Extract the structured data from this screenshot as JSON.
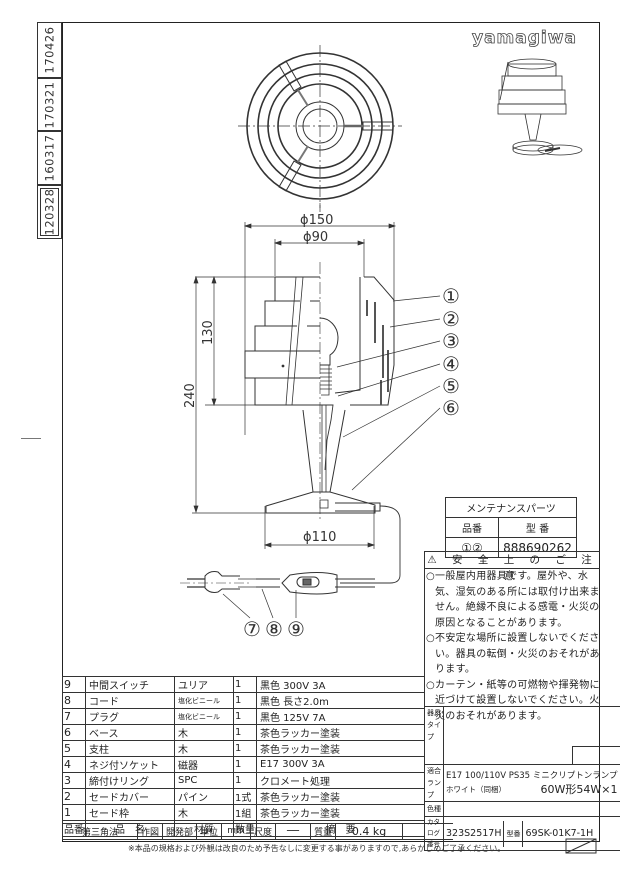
{
  "revisions": [
    "170426",
    "170321",
    "160317",
    "120328"
  ],
  "brand": "yamagiwa",
  "dimensions": {
    "shade_diameter": "ϕ150",
    "top_diameter": "ϕ90",
    "shade_height": "130",
    "total_height": "240",
    "base_diameter": "ϕ110"
  },
  "callouts": [
    "①",
    "②",
    "③",
    "④",
    "⑤",
    "⑥",
    "⑦",
    "⑧",
    "⑨"
  ],
  "maintenance": {
    "title": "メンテナンスパーツ",
    "col_part_no": "品番",
    "col_model": "型 番",
    "part_no": "①②",
    "model": "888690262"
  },
  "caution": {
    "title": "⚠ 安 全 上 の ご 注 意",
    "items": [
      "○一般屋内用器具です。屋外や、水気、湿気のある所には取付け出来ません。絶縁不良による感電・火災の原因となることがあります。",
      "○不安定な場所に設置しないでください。器具の転倒・火災のおそれがあります。",
      "○カーテン・紙等の可燃物や揮発物に近づけて設置しないでください。火災のおそれがあります。"
    ]
  },
  "parts": [
    {
      "no": "9",
      "name": "中間スイッチ",
      "material": "ユリア",
      "qty": "1",
      "spec": "黒色 300V 3A",
      "small": false
    },
    {
      "no": "8",
      "name": "コード",
      "material": "塩化ビニール",
      "qty": "1",
      "spec": "黒色 長さ2.0m",
      "small": true
    },
    {
      "no": "7",
      "name": "プラグ",
      "material": "塩化ビニール",
      "qty": "1",
      "spec": "黒色 125V 7A",
      "small": true
    },
    {
      "no": "6",
      "name": "ベース",
      "material": "木",
      "qty": "1",
      "spec": "茶色ラッカー塗装",
      "small": false
    },
    {
      "no": "5",
      "name": "支柱",
      "material": "木",
      "qty": "1",
      "spec": "茶色ラッカー塗装",
      "small": false
    },
    {
      "no": "4",
      "name": "ネジ付ソケット",
      "material": "磁器",
      "qty": "1",
      "spec": "E17 300V 3A",
      "small": false
    },
    {
      "no": "3",
      "name": "締付けリング",
      "material": "SPC",
      "qty": "1",
      "spec": "クロメート処理",
      "small": false
    },
    {
      "no": "2",
      "name": "セードカバー",
      "material": "パイン",
      "qty": "1式",
      "spec": "茶色ラッカー塗装",
      "small": false
    },
    {
      "no": "1",
      "name": "セード枠",
      "material": "木",
      "qty": "1組",
      "spec": "茶色ラッカー塗装",
      "small": false
    }
  ],
  "parts_header": {
    "no": "品番",
    "name": "品　名",
    "material": "材質",
    "qty": "数量",
    "spec": "摘　要"
  },
  "footer_row": {
    "projection": "第三角法",
    "drawn": "作図",
    "dept": "開発部",
    "unit_label": "単位",
    "unit": "mm",
    "scale_label": "尺度",
    "scale": "──",
    "weight_label": "質量",
    "weight": "0.4 kg"
  },
  "right_table": {
    "fixture_type_label": "器具タイプ",
    "lamp_label": "適合ランプ",
    "lamp_line1": "E17 100/110V PS35 ミニクリプトンランプ",
    "lamp_line2a": "ホワイト（同梱）",
    "lamp_line2b": "60W形54W×1",
    "color_label": "色種",
    "catalog_label": "カタログ番号",
    "catalog_no": "323S2517H",
    "model_label": "型番",
    "model_no": "69SK-01K7-1H"
  },
  "notice": "※本品の規格および外観は改良のため予告なしに変更する事がありますので,あらかじめご了承ください。"
}
